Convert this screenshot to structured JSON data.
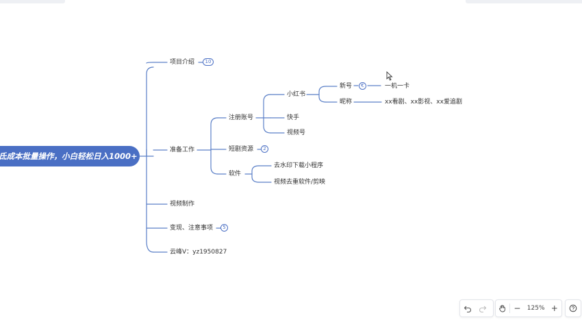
{
  "root": {
    "label": "氐成本批量操作，小白轻松日入1000+"
  },
  "branches": {
    "intro": {
      "label": "项目介绍",
      "badge": "10"
    },
    "prep": {
      "label": "准备工作",
      "register": {
        "label": "注册账号",
        "xiaohongshu": {
          "label": "小红书",
          "new_account": {
            "label": "新号",
            "badge": "€",
            "child": "一机一卡"
          },
          "nickname": {
            "label": "昵称",
            "child": "xx看剧、xx影视、xx爱追剧"
          }
        },
        "kuaishou": "快手",
        "shipinhao": "视频号"
      },
      "drama": {
        "label": "短剧资源",
        "badge": "2"
      },
      "software": {
        "label": "软件",
        "items": [
          "去水印下载小程序",
          "视频去重软件/剪映"
        ]
      }
    },
    "video": {
      "label": "视频制作"
    },
    "monetize": {
      "label": "变现、注意事项",
      "badge": "5"
    },
    "contact": {
      "label": "云峰V：yz1950827"
    }
  },
  "toolbar": {
    "undo_icon": "undo-icon",
    "redo_icon": "redo-icon",
    "hand_icon": "hand-icon",
    "zoom_out": "−",
    "zoom_level": "125%",
    "zoom_in": "+",
    "help_icon": "help-icon"
  },
  "colors": {
    "accent": "#4a6fc4",
    "line": "#5a7fc7"
  }
}
